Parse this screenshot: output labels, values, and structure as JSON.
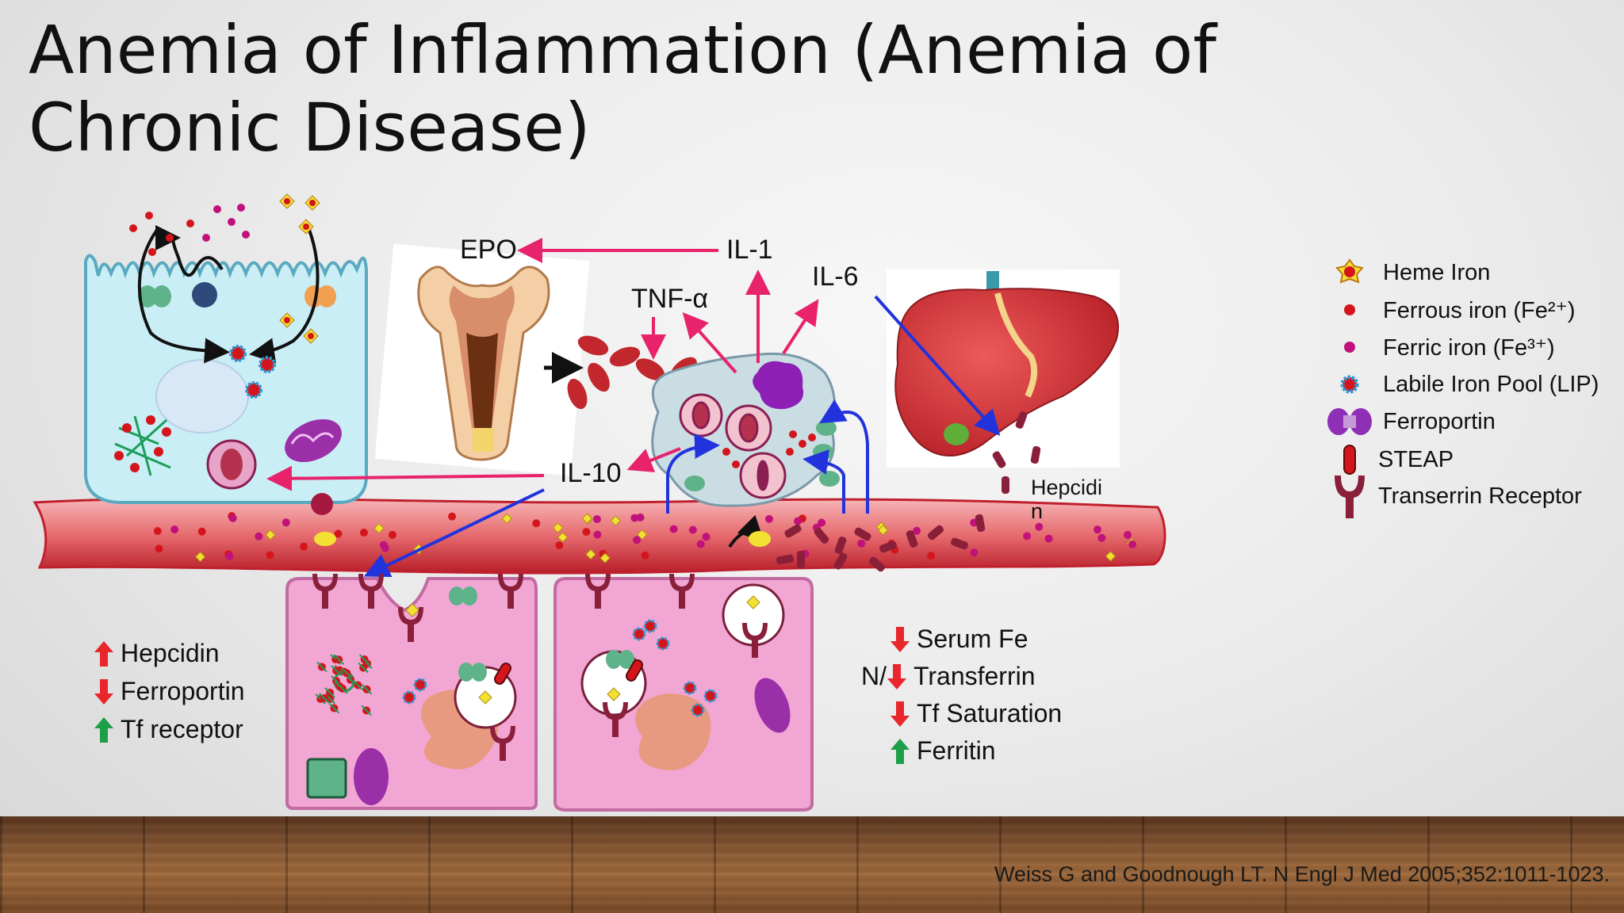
{
  "title": "Anemia of Inflammation (Anemia of Chronic Disease)",
  "cytokines": {
    "epo": "EPO",
    "il1": "IL-1",
    "il6": "IL-6",
    "tnf": "TNF-α",
    "il10": "IL-10",
    "hepcidin": "Hepcidi n"
  },
  "legend": [
    {
      "icon": "heme-iron-icon",
      "label": "Heme Iron"
    },
    {
      "icon": "ferrous-iron-icon",
      "label": "Ferrous iron (Fe²⁺)"
    },
    {
      "icon": "ferric-iron-icon",
      "label": "Ferric iron (Fe³⁺)"
    },
    {
      "icon": "labile-iron-pool-icon",
      "label": "Labile Iron Pool (LIP)"
    },
    {
      "icon": "ferroportin-icon",
      "label": "Ferroportin"
    },
    {
      "icon": "steap-icon",
      "label": "STEAP"
    },
    {
      "icon": "transferrin-receptor-icon",
      "label": "Transerrin Receptor"
    }
  ],
  "left_indicators": [
    {
      "direction": "up",
      "color": "#e8262b",
      "label": "Hepcidin"
    },
    {
      "direction": "down",
      "color": "#e8262b",
      "label": "Ferroportin"
    },
    {
      "direction": "up",
      "color": "#1e9e48",
      "label": "Tf receptor"
    }
  ],
  "right_indicators": [
    {
      "prefix": "",
      "direction": "down",
      "color": "#e8262b",
      "label": "Serum Fe"
    },
    {
      "prefix": "N/",
      "direction": "down",
      "color": "#e8262b",
      "label": "Transferrin"
    },
    {
      "prefix": "",
      "direction": "down",
      "color": "#e8262b",
      "label": "Tf Saturation"
    },
    {
      "prefix": "",
      "direction": "up",
      "color": "#1e9e48",
      "label": "Ferritin"
    }
  ],
  "citation": "Weiss G and Goodnough LT. N Engl J Med 2005;352:1011-1023.",
  "colors": {
    "cytokine_arrow": "#e8236b",
    "hepcidin_arrow": "#2233dd",
    "vessel": "#d42a3c",
    "enterocyte": "#c9eef5",
    "macrophage_cell": "#f2a6d4",
    "iron_red": "#d4161c",
    "iron_magenta": "#c0127a"
  }
}
